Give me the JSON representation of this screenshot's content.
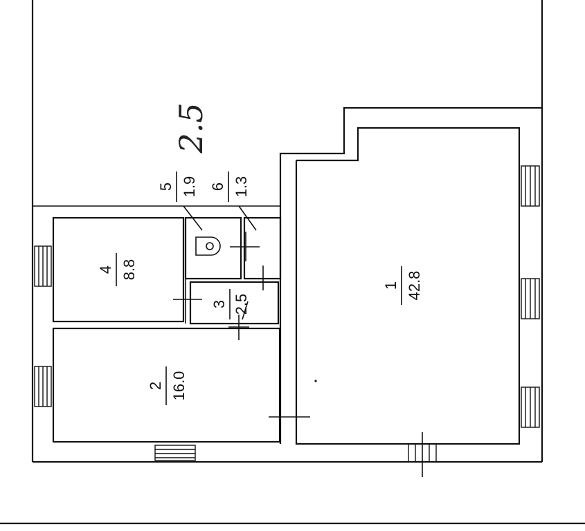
{
  "rooms": [
    {
      "number": "1",
      "area": "42.8"
    },
    {
      "number": "2",
      "area": "16.0"
    },
    {
      "number": "3",
      "area": "2.5"
    },
    {
      "number": "4",
      "area": "8.8"
    },
    {
      "number": "5",
      "area": "1.9"
    },
    {
      "number": "6",
      "area": "1.3"
    }
  ],
  "handwritten_note": "2.5",
  "colors": {
    "line": "#111111",
    "background": "#ffffff"
  }
}
